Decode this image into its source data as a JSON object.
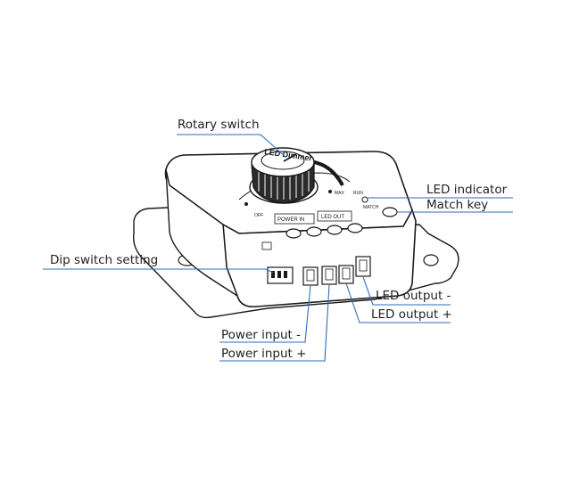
{
  "callouts": {
    "rotary_switch": "Rotary switch",
    "led_indicator": "LED indicator",
    "match_key": "Match key",
    "dip_switch_setting": "Dip switch setting",
    "led_output_minus": "LED output -",
    "led_output_plus": "LED output +",
    "power_input_minus": "Power input -",
    "power_input_plus": "Power input +"
  },
  "device": {
    "top_title": "LED Dimmer",
    "off_label": "OFF",
    "max_label": "MAX",
    "run_label": "RUN",
    "match_label": "MATCH",
    "power_in_label": "POWER IN",
    "led_out_label": "LED OUT"
  },
  "colors": {
    "leader_line": "#2a6ebb",
    "outline": "#1a1a1a",
    "label_text": "#222222"
  }
}
